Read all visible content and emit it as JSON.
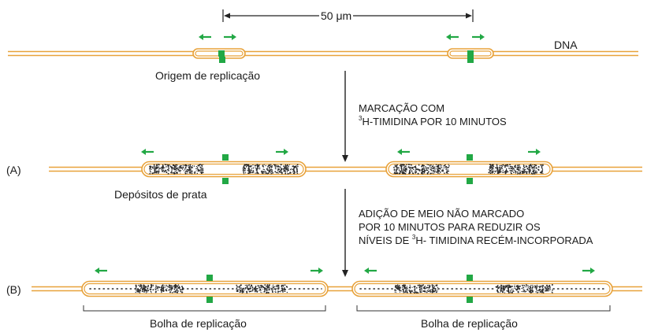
{
  "colors": {
    "dna_strand": "#e8a23a",
    "strand_inner": "#fbe6b8",
    "origin_marker": "#22a845",
    "fork_arrow": "#22a845",
    "label_text": "#1a1a1a",
    "silver_grain": "#2a2a2a"
  },
  "icons": {
    "fork_arrow": "green-direction-arrow-icon",
    "origin_marker": "green-origin-square-icon",
    "process_arrow": "down-arrow-icon"
  },
  "scale": {
    "label": "50 μm"
  },
  "top": {
    "dna_label": "DNA",
    "origin_label": "Origem de replicação"
  },
  "step1": {
    "line1": "MARCAÇÃO COM",
    "line2_sup": "3",
    "line2_rest": "H-TIMIDINA POR 10 MINUTOS"
  },
  "panel_a": {
    "tag": "(A)",
    "deposits_label": "Depósitos de prata"
  },
  "step2": {
    "line1": "ADIÇÃO DE MEIO NÃO MARCADO",
    "line2": "POR 10 MINUTOS PARA REDUZIR OS",
    "line3_pre": "NÍVEIS DE ",
    "line3_sup": "3",
    "line3_post": "H- TIMIDINA RECÉM-INCORPORADA"
  },
  "panel_b": {
    "tag": "(B)",
    "bubble_left_label": "Bolha de replicação",
    "bubble_right_label": "Bolha de replicação"
  }
}
